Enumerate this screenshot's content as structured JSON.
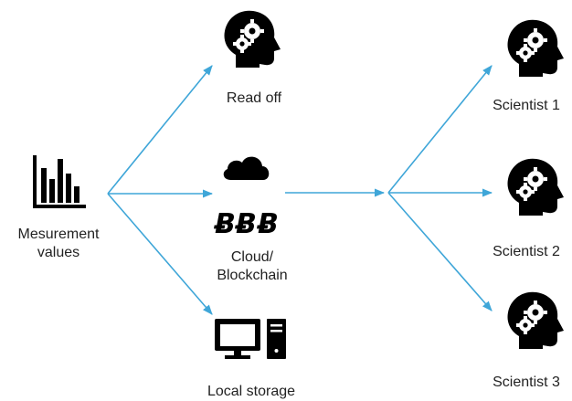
{
  "colors": {
    "arrow": "#3fa6d8",
    "icon": "#000000",
    "text": "#222222"
  },
  "source": {
    "label_line1": "Mesurement",
    "label_line2": "values",
    "icon": "bar-chart-icon"
  },
  "middle": {
    "read_off": {
      "label": "Read off",
      "icon": "head-gears-icon"
    },
    "cloud": {
      "label_line1": "Cloud/",
      "label_line2": "Blockchain",
      "icons": [
        "cloud-icon",
        "bitcoin-icon"
      ]
    },
    "local": {
      "label": "Local storage",
      "icon": "computer-icon"
    }
  },
  "scientists": [
    {
      "label": "Scientist 1",
      "icon": "head-gears-icon"
    },
    {
      "label": "Scientist 2",
      "icon": "head-gears-icon"
    },
    {
      "label": "Scientist 3",
      "icon": "head-gears-icon"
    }
  ]
}
